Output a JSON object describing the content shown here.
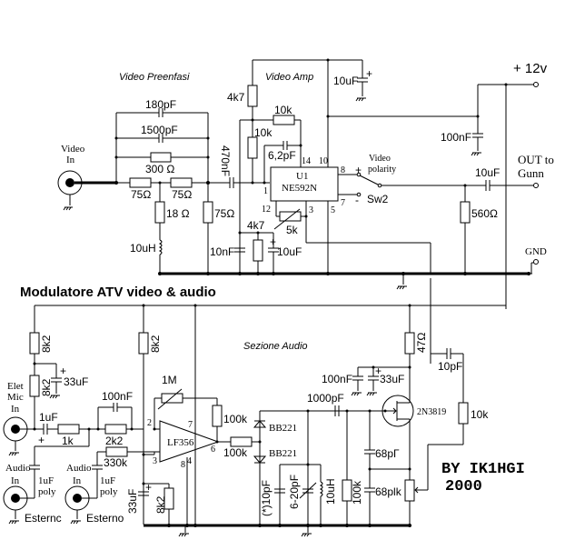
{
  "title": "Modulatore ATV video & audio",
  "author": "BY IK1HGI",
  "year": "2000",
  "sections": {
    "video_preenfasi": "Video Preenfasi",
    "video_amp": "Video Amp",
    "sezione_audio": "Sezione Audio"
  },
  "connectors": {
    "video_in": [
      "Video",
      "In"
    ],
    "elet_mic_in": [
      "Elet",
      "Mic",
      "In"
    ],
    "audio_in_1": [
      "Audio",
      "In"
    ],
    "audio_in_2": [
      "Audio",
      "In"
    ],
    "esterno_1": "Esternc",
    "esterno_2": "Esterno",
    "supply": "+ 12v",
    "out": [
      "OUT to",
      "Gunn"
    ],
    "gnd": "GND"
  },
  "switch": {
    "label": "Sw2",
    "caption": [
      "Video",
      "polarity"
    ],
    "plus": "+",
    "minus": "-"
  },
  "ics": {
    "u1": {
      "ref": "U1",
      "part": "NE592N",
      "pins": [
        "1",
        "14",
        "10",
        "8",
        "7",
        "12",
        "3",
        "5"
      ]
    },
    "opamp": {
      "part": "LF356",
      "pins": [
        "2",
        "3",
        "7",
        "6",
        "8",
        "4"
      ]
    },
    "fet": {
      "part": "2N3819"
    }
  },
  "components": {
    "video": {
      "c_180p": "180pF",
      "c_1500p": "1500pF",
      "r_300": "300 Ω",
      "r_75a": "75Ω",
      "r_75b": "75Ω",
      "r_18": "18 Ω",
      "l_10u": "10uH",
      "r_75c": "75Ω",
      "c_470n": "470nF",
      "r_4k7_top": "4k7",
      "r_10k_fb": "10k",
      "r_10k_v": "10k",
      "c_6p2": "6,2pF",
      "c_10u_top": "10uF",
      "c_100n": "100nF",
      "pot_5k": "5k",
      "c_10n": "10nF",
      "r_4k7_bot": "4k7",
      "c_10u_bot": "10uF",
      "c_10u_out": "10uF",
      "r_560": "560Ω"
    },
    "audio": {
      "r_8k2_a": "8k2",
      "r_8k2_b": "8k2",
      "c_33u_a": "33uF",
      "c_1u": "1uF",
      "r_1k": "1k",
      "c_100n": "100nF",
      "r_2k2": "2k2",
      "r_330k": "330k",
      "c_1u_poly_a": [
        "1uF",
        "poly"
      ],
      "c_1u_poly_b": [
        "1uF",
        "poly"
      ],
      "r_8k2_c": "8k2",
      "c_33u_b": "33uF",
      "r_8k2_d": "8k2",
      "pot_1m": "1M",
      "r_100k_a": "100k",
      "r_100k_b": "100k",
      "d_bb221_a": "BB221",
      "d_bb221_b": "BB221",
      "c_10p_star": "(*)10pF",
      "c_6_20p": "6-20pF",
      "l_10u": "10uH",
      "c_1000p": "1000pF",
      "r_100k_c": "100k",
      "c_100n_b": "100nF",
      "c_33u_c": "33uF",
      "r_47": "47Ω",
      "c_10p": "10pF",
      "r_10k": "10k",
      "c_68p_a": "68pΓ",
      "c_68p_b": "68plk"
    }
  }
}
